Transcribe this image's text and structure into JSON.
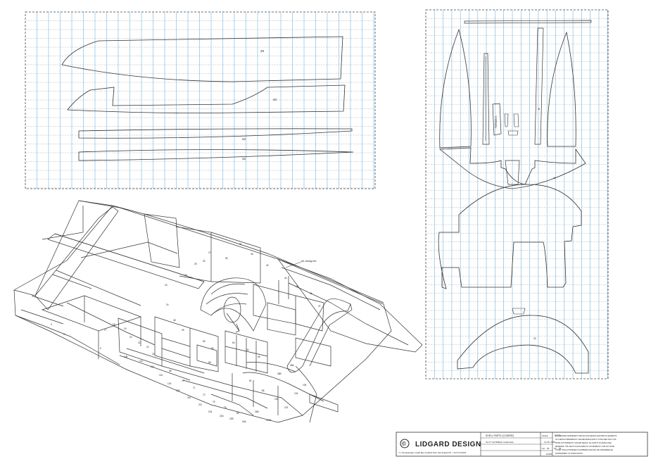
{
  "sheet": {
    "panel_labels_top": [
      "29",
      "40",
      "42",
      "42"
    ],
    "panel_labels_right": [
      "51",
      "FOREDECK",
      "32",
      "2L",
      "33"
    ],
    "iso_labels": [
      "16",
      "29",
      "25",
      "26",
      "27",
      "24",
      "3",
      "4",
      "9",
      "17",
      "18",
      "19",
      "20",
      "21",
      "22",
      "23",
      "31",
      "35",
      "36",
      "40",
      "44",
      "45",
      "46",
      "47",
      "48",
      "49",
      "55",
      "56",
      "58",
      "63",
      "64",
      "65",
      "68",
      "70",
      "71",
      "72",
      "75",
      "76",
      "80",
      "81",
      "86",
      "100",
      "102",
      "104",
      "105",
      "108",
      "112",
      "114",
      "115",
      "124",
      "128",
      "210",
      "211",
      "216",
      "22A",
      "22B",
      "34A",
      "34B",
      "101B",
      "36B",
      "48A"
    ],
    "callout_label": "aft. closing trim"
  },
  "title_block": {
    "logo_letter": "©",
    "company": "LIDGARD DESIGN",
    "address": "7 1 The Esplanade, Cockle Bay, Auckland 2014, New Zealand  Ph. + 64 9 5 34 8100",
    "drawing_title": "SHELL PARTS (COARSE)",
    "project": "44 FT Cat  Ballistic Catamaran",
    "scale_label": "SCALE",
    "scale_value": "N.T.S.",
    "date": "14.05. 2016",
    "sheet_label": "SH.",
    "sheet_number": "06",
    "sheet_of": "OF",
    "sheet_total": "03",
    "drawing_number": "16456",
    "copyright_lines": [
      "THIS DRAWING REPRESENTS DETAILS AND DESIGN FEATURES AS ELEMENTS",
      "OF A DESIGN PREPARED BY LIDGARD DESIGN AND IS TO BE USED ONLY FOR",
      "WORK AUTHORISED BY LIDGARD DESIGN.  ALL RIGHTS OF DESIGN ARE",
      "RESERVED. THE USE OF PLANS DIRECTLY OR INDIRECTLY FOR ANY WORK",
      "OTHER THAN AUTHORISED IS FORBIDDEN AND WILL BE CONSIDERED AN",
      "INFRINGEMENT OF THESE RIGHTS."
    ]
  }
}
